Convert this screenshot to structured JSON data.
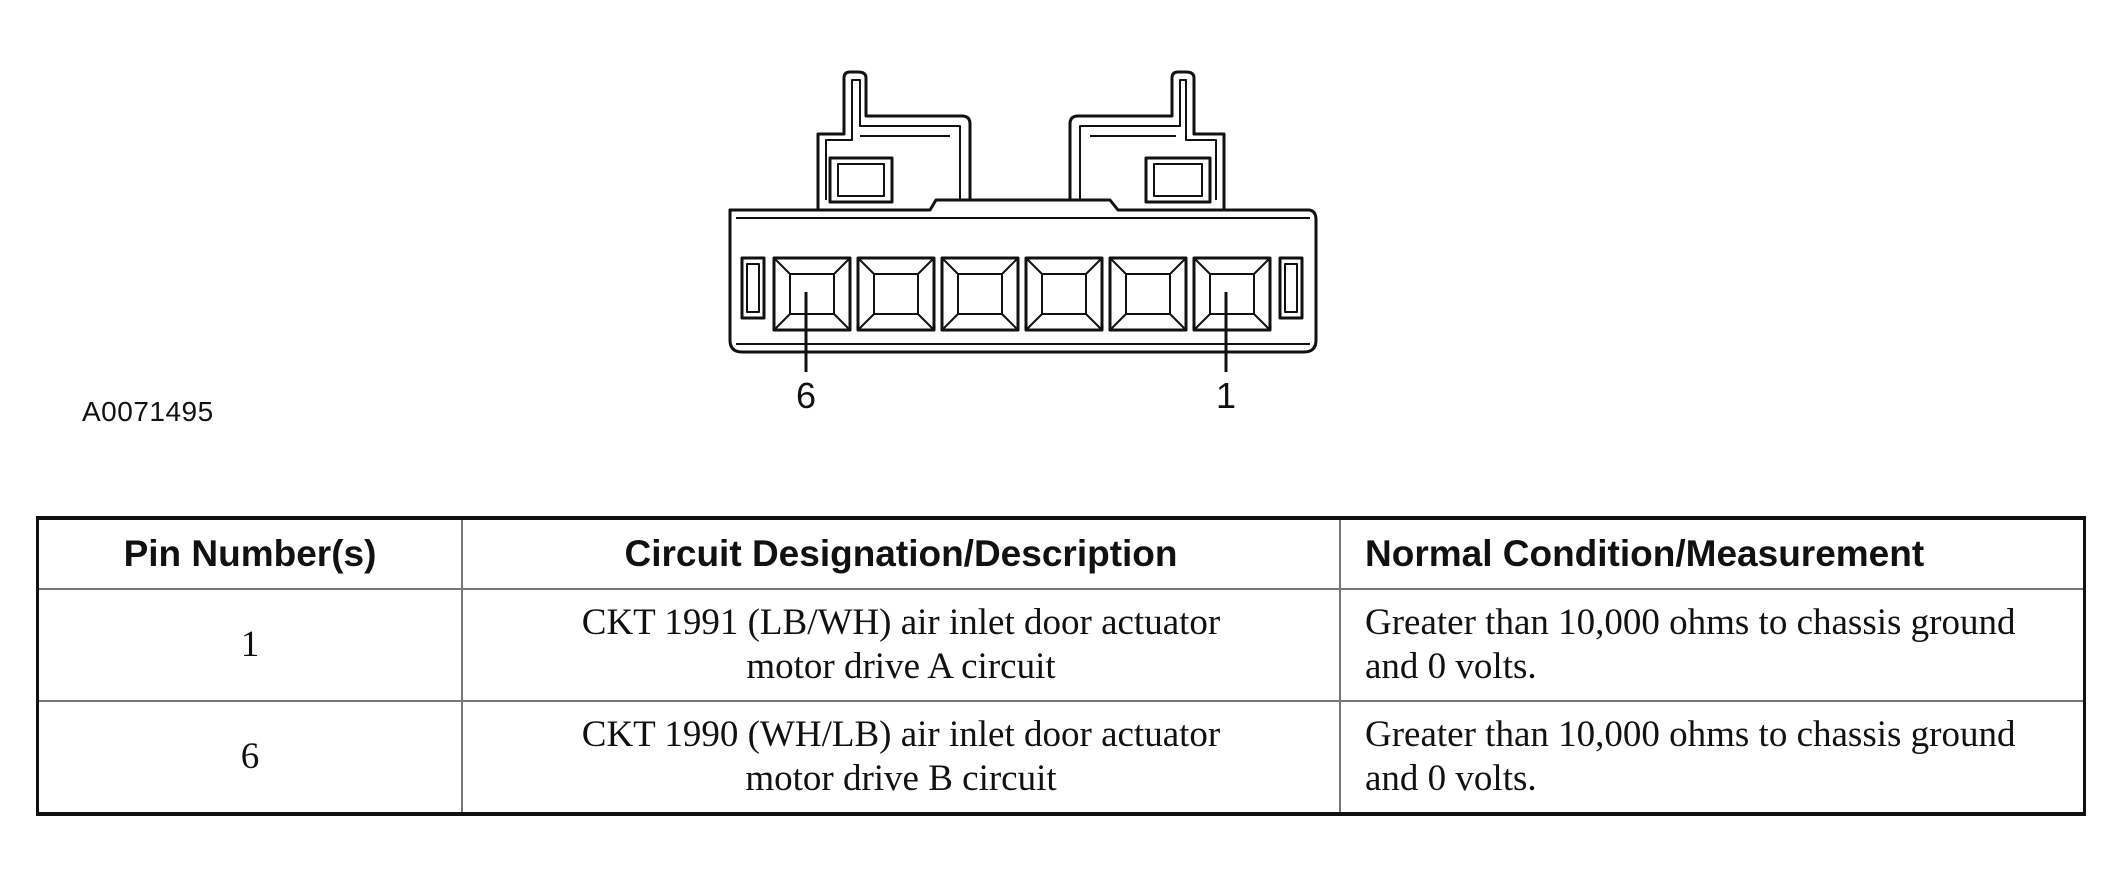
{
  "diagram": {
    "figure_id": "A0071495",
    "pin_callouts": [
      {
        "label": "6"
      },
      {
        "label": "1"
      }
    ]
  },
  "table": {
    "headers": [
      "Pin Number(s)",
      "Circuit Designation/Description",
      "Normal Condition/Measurement"
    ],
    "rows": [
      {
        "pin": "1",
        "circuit_line1": "CKT 1991 (LB/WH) air inlet door actuator",
        "circuit_line2": "motor drive A circuit",
        "condition_line1": "Greater than 10,000 ohms to chassis ground",
        "condition_line2": "and 0 volts."
      },
      {
        "pin": "6",
        "circuit_line1": "CKT 1990 (WH/LB) air inlet door actuator",
        "circuit_line2": "motor drive B circuit",
        "condition_line1": "Greater than 10,000 ohms to chassis ground",
        "condition_line2": "and 0 volts."
      }
    ]
  }
}
